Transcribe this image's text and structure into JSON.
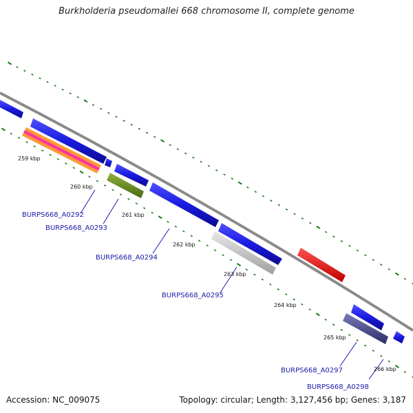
{
  "title": "Burkholderia pseudomallei 668 chromosome II, complete genome",
  "footer": {
    "accession": "Accession: NC_009075",
    "summary": "Topology: circular; Length: 3,127,456 bp; Genes: 3,187"
  },
  "tick_labels": [
    "259 kbp",
    "260 kbp",
    "261 kbp",
    "262 kbp",
    "263 kbp",
    "264 kbp",
    "265 kbp",
    "266 kbp"
  ],
  "gene_labels": [
    {
      "text": "BURPS668_A0292"
    },
    {
      "text": "BURPS668_A0293"
    },
    {
      "text": "BURPS668_A0294"
    },
    {
      "text": "BURPS668_A0295"
    },
    {
      "text": "BURPS668_A0297"
    },
    {
      "text": "BURPS668_A0298"
    }
  ],
  "colors": {
    "cds": "#1f1fe6",
    "backbone": "#8a8a8a",
    "ticks": "#1a7a1a",
    "label_text": "#1a1aa8",
    "red_feature": "#ee1a1a",
    "olive_feature": "#6b8e23",
    "gray_feature": "#c4c4c4",
    "purple_feature": "#4b4b8f"
  }
}
